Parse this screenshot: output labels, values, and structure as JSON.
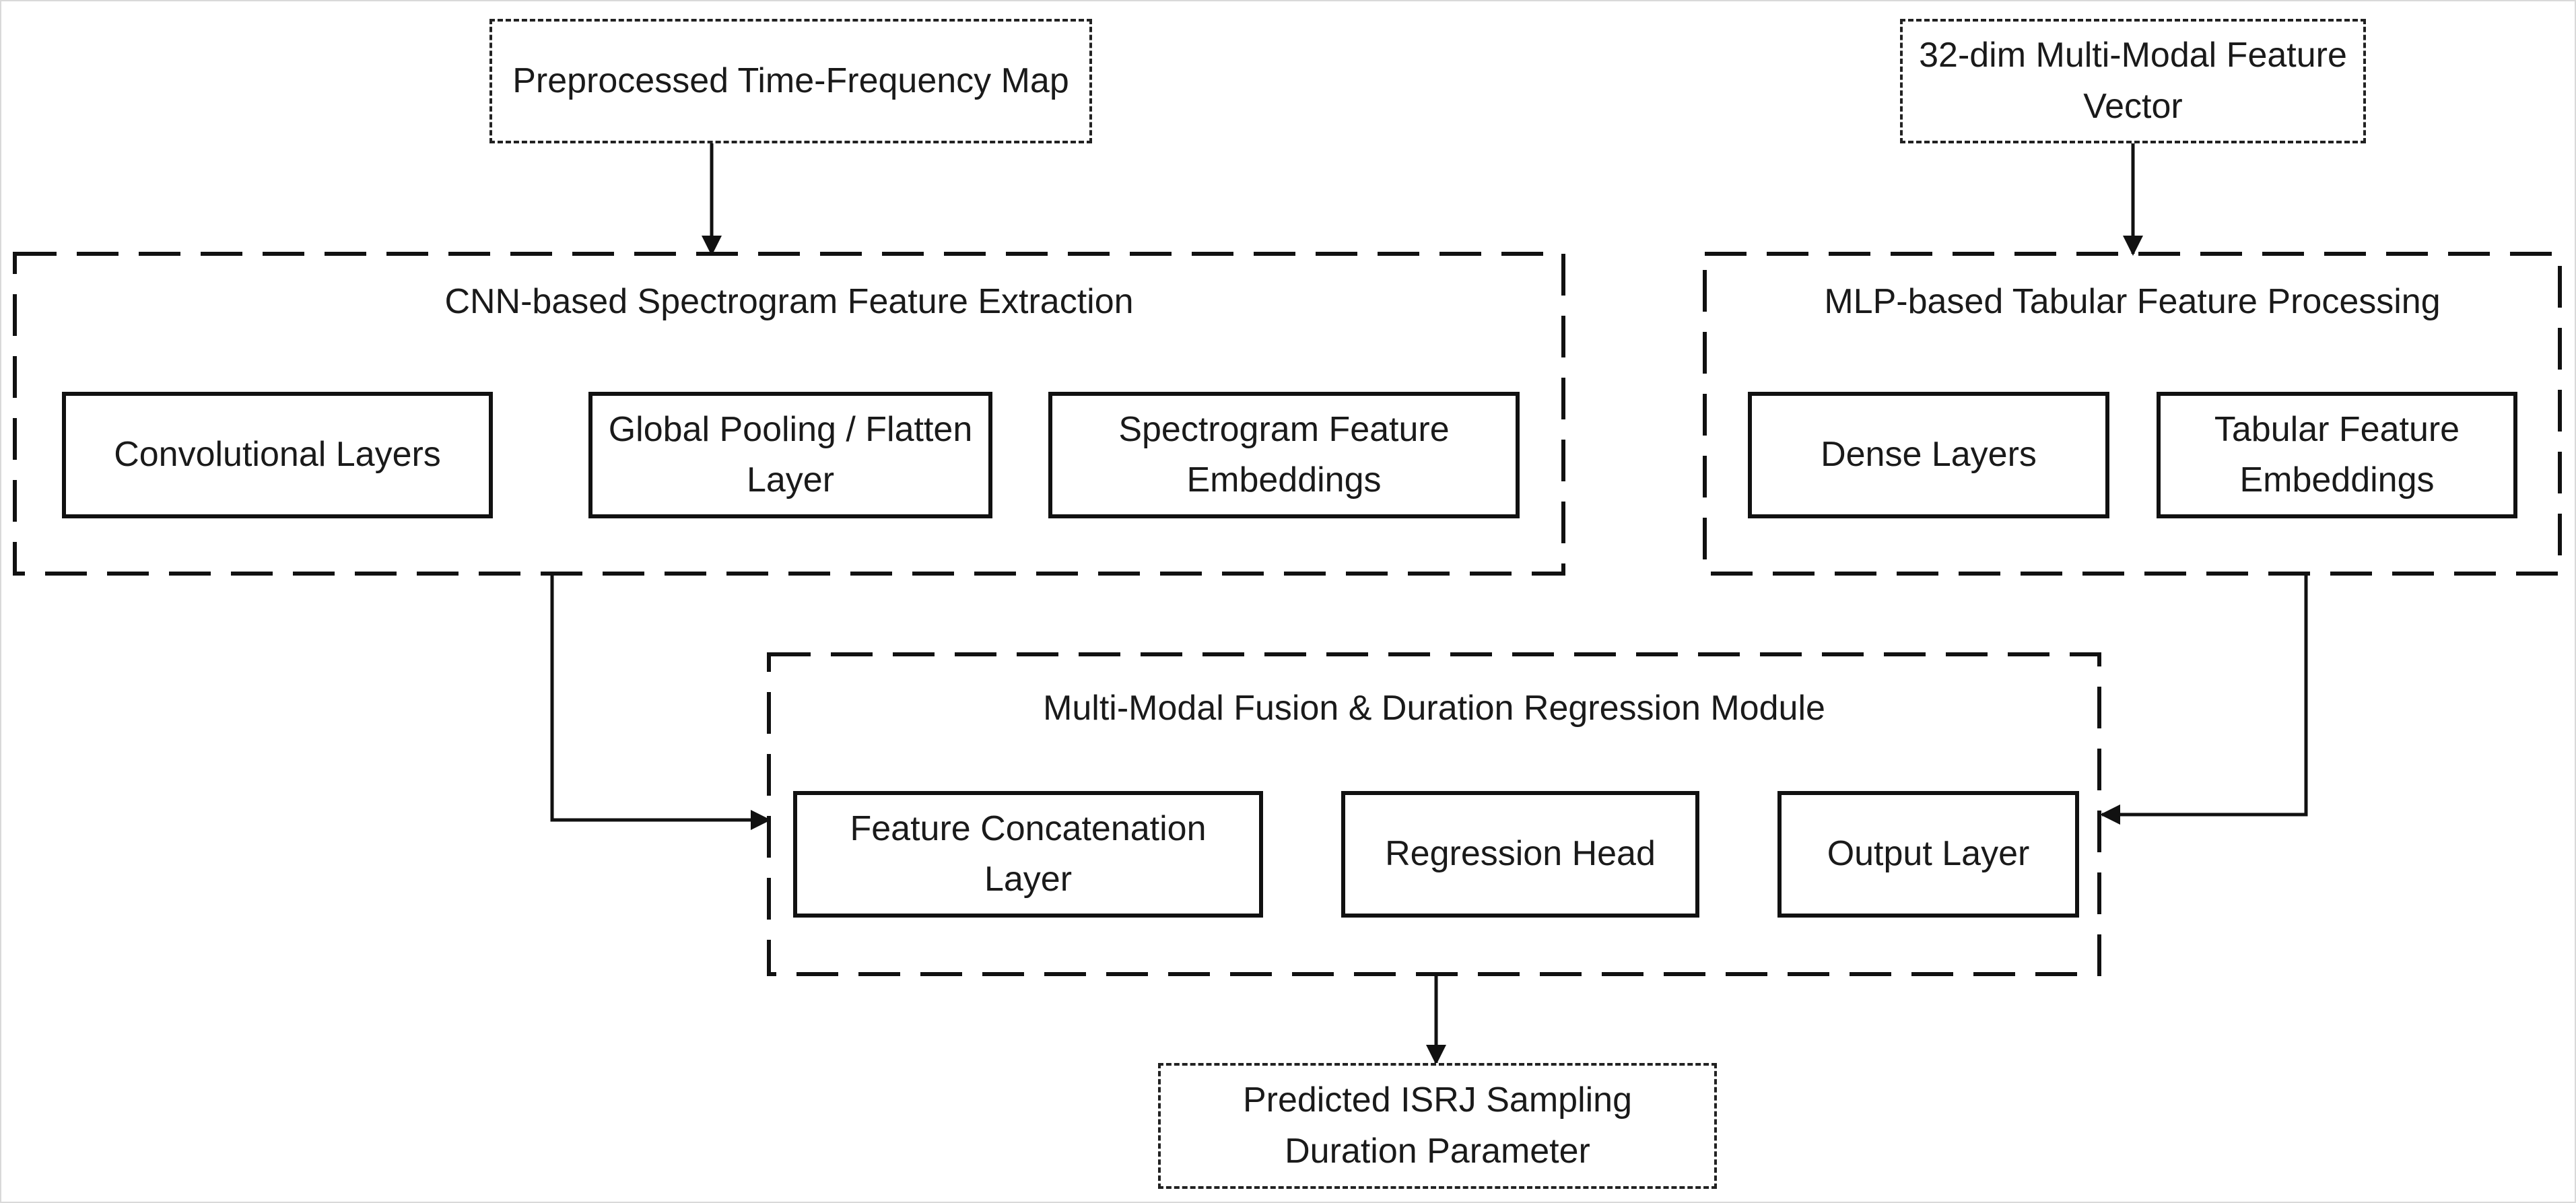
{
  "inputs": {
    "spectrogram": "Preprocessed Time-Frequency Map",
    "tabular": "32-dim Multi-Modal Feature Vector"
  },
  "groups": {
    "cnn": {
      "title": "CNN-based Spectrogram Feature Extraction",
      "blocks": [
        "Convolutional Layers",
        "Global Pooling / Flatten Layer",
        "Spectrogram Feature Embeddings"
      ]
    },
    "mlp": {
      "title": "MLP-based Tabular Feature Processing",
      "blocks": [
        "Dense Layers",
        "Tabular Feature Embeddings"
      ]
    },
    "fusion": {
      "title": "Multi-Modal Fusion & Duration Regression Module",
      "blocks": [
        "Feature Concatenation Layer",
        "Regression Head",
        "Output Layer"
      ]
    }
  },
  "output": "Predicted ISRJ Sampling Duration Parameter",
  "colors": {
    "stroke": "#111111",
    "frame": "#d9d9d9",
    "text": "#1a1a1a"
  }
}
